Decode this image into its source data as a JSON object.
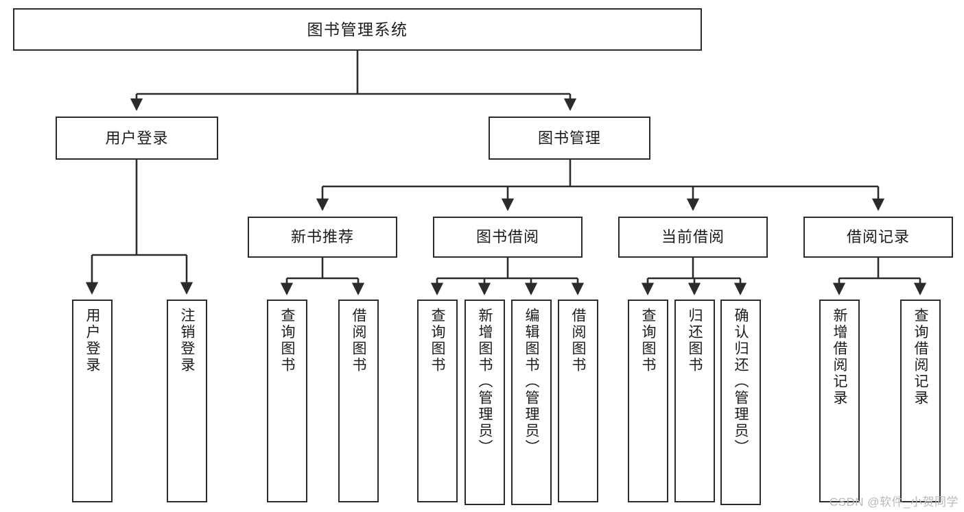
{
  "diagram": {
    "title": "图书管理系统",
    "type": "functional-structure-tree",
    "colors": {
      "stroke": "#2b2b2b",
      "fill": "#ffffff",
      "text": "#1b1b1b",
      "watermark": "#b9b9b9"
    }
  },
  "nodes": {
    "root": {
      "label": "图书管理系统"
    },
    "level2": [
      {
        "id": "user-login",
        "label": "用户登录"
      },
      {
        "id": "book-manage",
        "label": "图书管理"
      }
    ],
    "level3": [
      {
        "id": "new-book-rec",
        "label": "新书推荐"
      },
      {
        "id": "book-borrow",
        "label": "图书借阅"
      },
      {
        "id": "current-borrow",
        "label": "当前借阅"
      },
      {
        "id": "borrow-record",
        "label": "借阅记录"
      }
    ],
    "leaves": {
      "user_login": [
        {
          "id": "leaf-user-login",
          "label": "用户登录"
        },
        {
          "id": "leaf-logout",
          "label": "注销登录"
        }
      ],
      "new_book_rec": [
        {
          "id": "leaf-query-book-1",
          "label": "查询图书"
        },
        {
          "id": "leaf-borrow-book-1",
          "label": "借阅图书"
        }
      ],
      "book_borrow": [
        {
          "id": "leaf-query-book-2",
          "label": "查询图书"
        },
        {
          "id": "leaf-add-book",
          "label": "新增图书（管理员）"
        },
        {
          "id": "leaf-edit-book",
          "label": "编辑图书（管理员）"
        },
        {
          "id": "leaf-borrow-book-2",
          "label": "借阅图书"
        }
      ],
      "current_borrow": [
        {
          "id": "leaf-query-book-3",
          "label": "查询图书"
        },
        {
          "id": "leaf-return-book",
          "label": "归还图书"
        },
        {
          "id": "leaf-confirm-return",
          "label": "确认归还（管理员）"
        }
      ],
      "borrow_record": [
        {
          "id": "leaf-add-record",
          "label": "新增借阅记录"
        },
        {
          "id": "leaf-query-record",
          "label": "查询借阅记录"
        }
      ]
    }
  },
  "watermark": {
    "text": "CSDN @软件_小贺同学"
  }
}
